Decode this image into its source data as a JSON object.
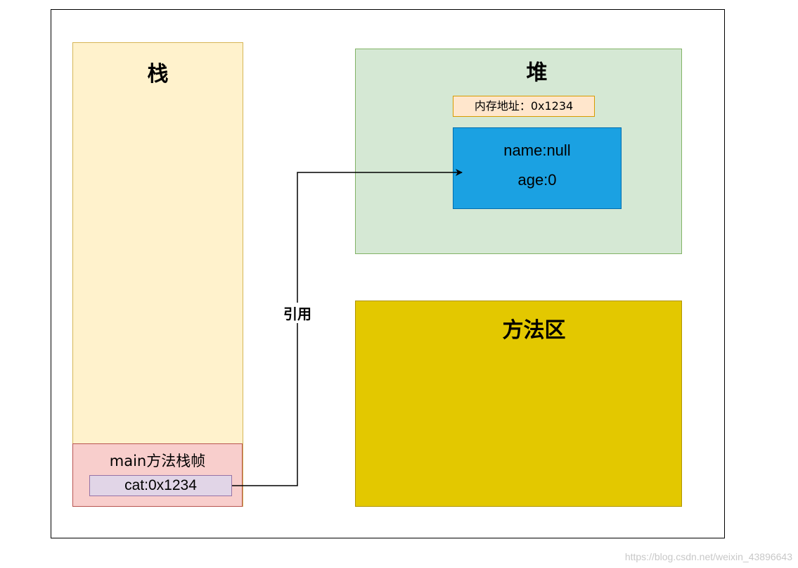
{
  "diagram": {
    "stack": {
      "title": "栈"
    },
    "heap": {
      "title": "堆",
      "address_label": "内存地址：0x1234",
      "object": {
        "fields": [
          "name:null",
          "age:0"
        ]
      }
    },
    "method_area": {
      "title": "方法区"
    },
    "stack_frame": {
      "title": "main方法栈帧",
      "variable": "cat:0x1234"
    },
    "reference": {
      "label": "引用"
    },
    "watermark": "https://blog.csdn.net/weixin_43896643"
  },
  "colors": {
    "stack_fill": "#fff2cc",
    "heap_fill": "#d5e8d4",
    "method_area_fill": "#e3c800",
    "object_fill": "#1ba1e2",
    "address_fill": "#ffe6cc",
    "frame_fill": "#f8cecc",
    "variable_fill": "#e1d5e7"
  }
}
